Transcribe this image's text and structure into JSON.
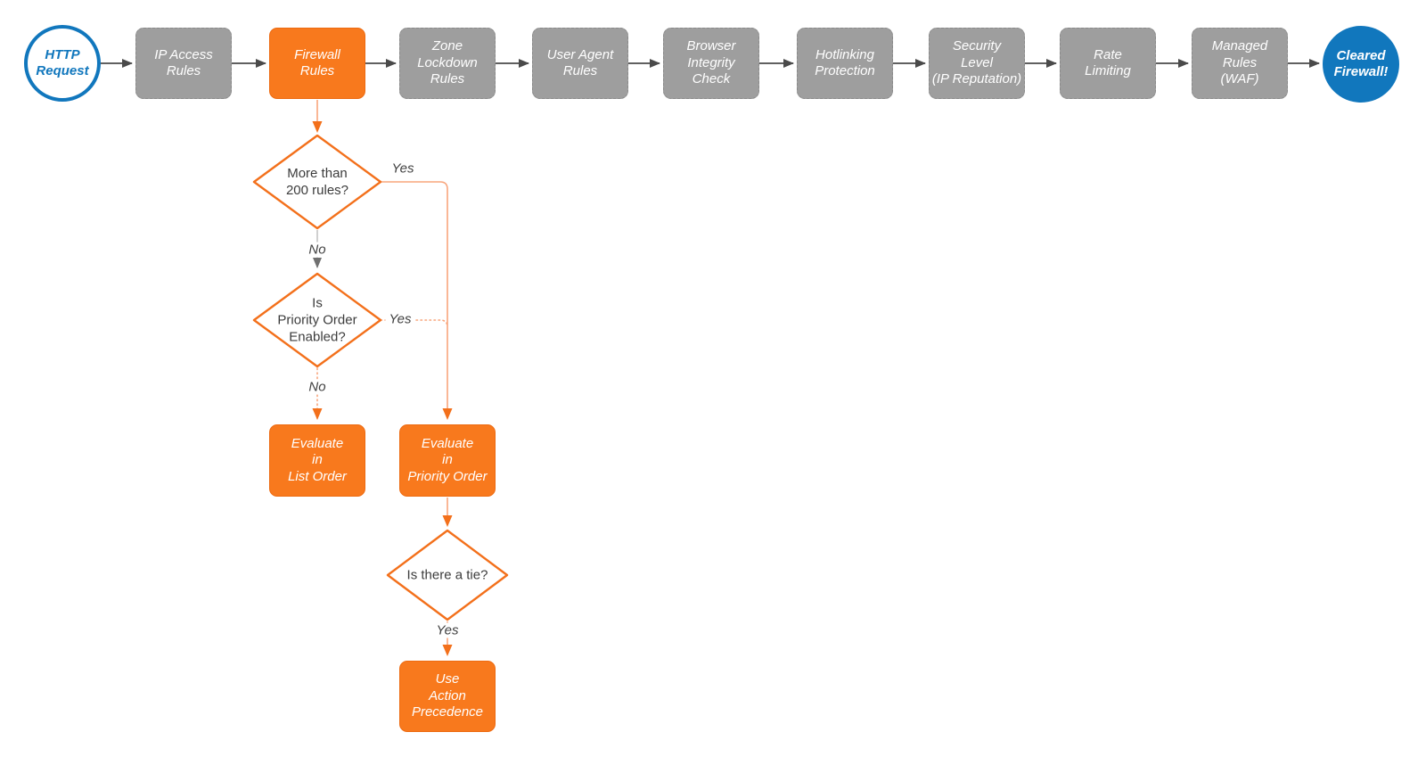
{
  "colors": {
    "orange_fill": "#F8791D",
    "orange_stroke": "#F3701B",
    "orange_line_light": "#F8A57C",
    "gray_fill": "#9E9E9E",
    "blue": "#1177BD",
    "dark_line": "#4A4A4A",
    "gray_line": "#C4C4C4",
    "text_dark": "#3C3C3C",
    "background": "#FFFFFF"
  },
  "pipeline": {
    "nodes": [
      {
        "label": "HTTP\nRequest",
        "type": "start-circle"
      },
      {
        "label": "IP Access\nRules",
        "type": "process"
      },
      {
        "label": "Firewall\nRules",
        "type": "process-active"
      },
      {
        "label": "Zone\nLockdown\nRules",
        "type": "process"
      },
      {
        "label": "User Agent\nRules",
        "type": "process"
      },
      {
        "label": "Browser\nIntegrity\nCheck",
        "type": "process"
      },
      {
        "label": "Hotlinking\nProtection",
        "type": "process"
      },
      {
        "label": "Security\nLevel\n(IP Reputation)",
        "type": "process"
      },
      {
        "label": "Rate\nLimiting",
        "type": "process"
      },
      {
        "label": "Managed\nRules\n(WAF)",
        "type": "process"
      },
      {
        "label": "Cleared\nFirewall!",
        "type": "end-circle"
      }
    ]
  },
  "decisions": [
    {
      "label": "More than\n200 rules?"
    },
    {
      "label": "Is\nPriority Order\nEnabled?"
    },
    {
      "label": "Is there a tie?"
    }
  ],
  "actions": [
    {
      "label": "Evaluate\nin\nList Order"
    },
    {
      "label": "Evaluate\nin\nPriority Order"
    },
    {
      "label": "Use\nAction\nPrecedence"
    }
  ],
  "edges": {
    "more_than_200_yes": "Yes",
    "more_than_200_no": "No",
    "priority_enabled_yes": "Yes",
    "priority_enabled_no": "No",
    "tie_yes": "Yes"
  }
}
